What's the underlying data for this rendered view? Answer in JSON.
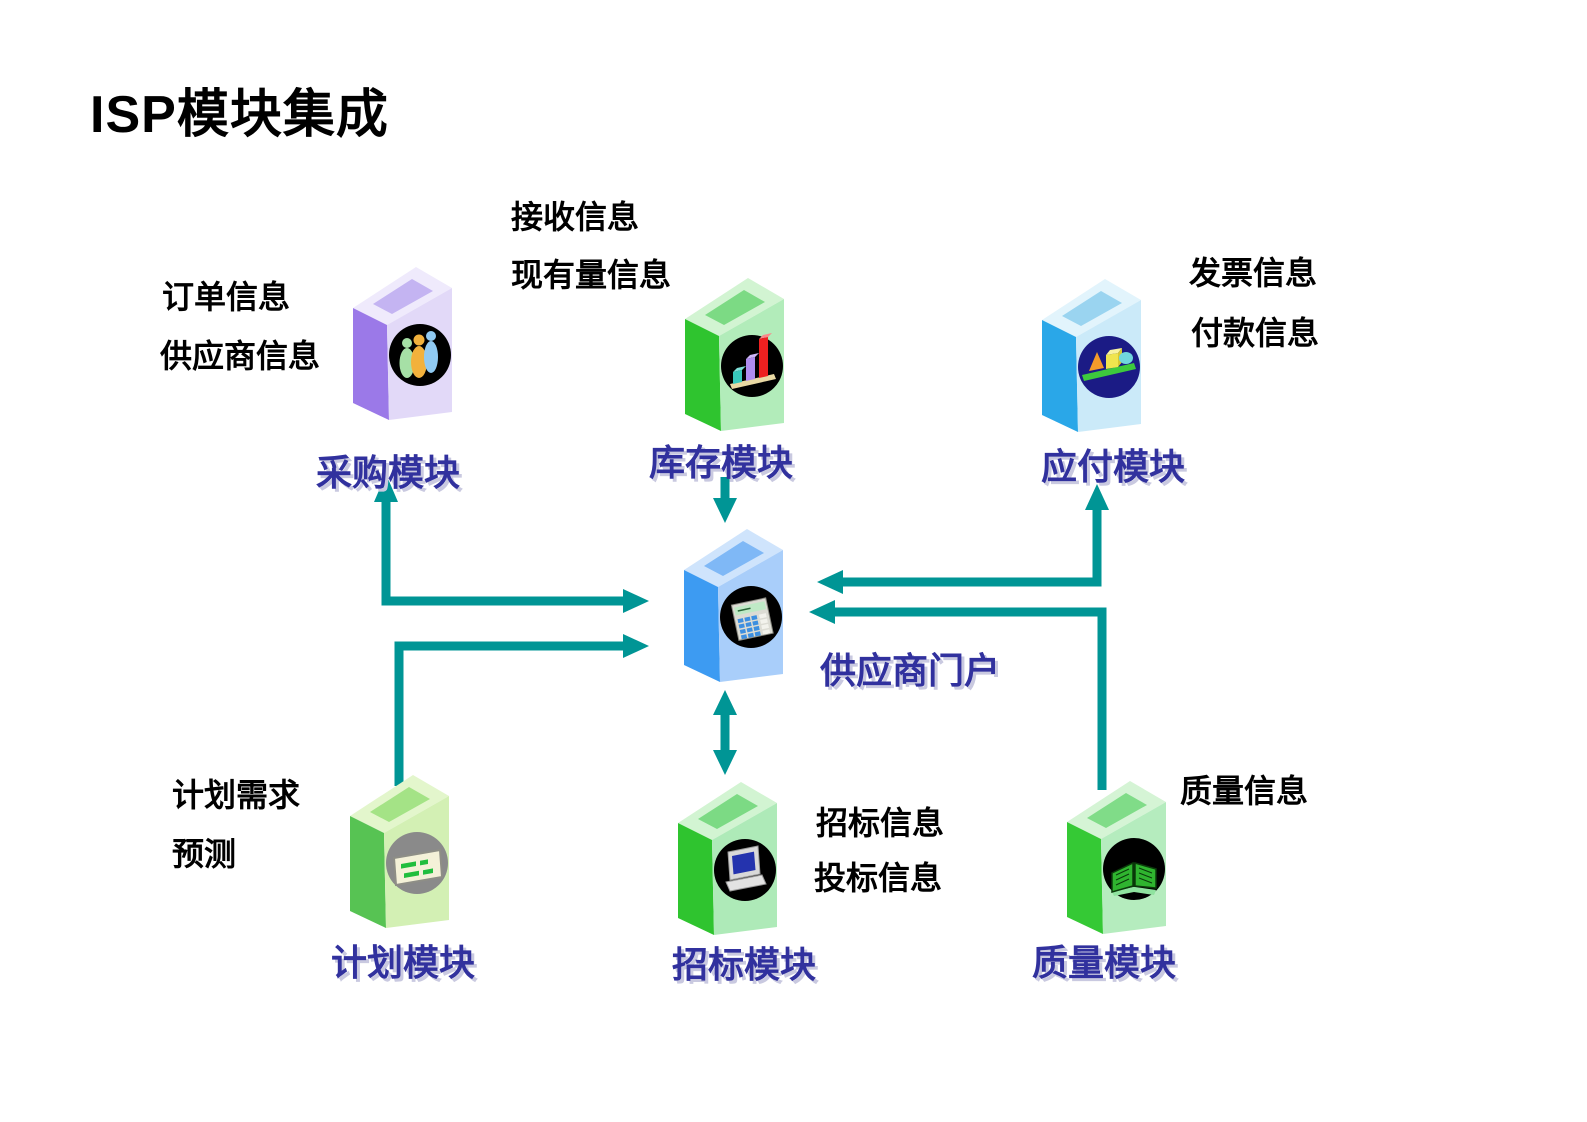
{
  "slide": {
    "title": "ISP模块集成"
  },
  "portal": {
    "label": "供应商门户",
    "icon": "cash-register-icon",
    "colors": {
      "side": "#3D9BF2",
      "front": "#A9CEFA"
    }
  },
  "modules": [
    {
      "id": "purchase",
      "label": "采购模块",
      "icon": "people-icon",
      "inputs": [
        "订单信息",
        "供应商信息"
      ],
      "colors": {
        "side": "#9B79E8",
        "front": "#E2D9F8"
      }
    },
    {
      "id": "inventory",
      "label": "库存模块",
      "icon": "bar-chart-icon",
      "inputs": [
        "接收信息",
        "现有量信息"
      ],
      "colors": {
        "side": "#2FC42F",
        "front": "#B2ECBA"
      }
    },
    {
      "id": "payable",
      "label": "应付模块",
      "icon": "geometric-shapes-icon",
      "inputs": [
        "发票信息",
        "付款信息"
      ],
      "colors": {
        "side": "#2AA7E8",
        "front": "#CBEAF9"
      }
    },
    {
      "id": "planning",
      "label": "计划模块",
      "icon": "schedule-card-icon",
      "inputs": [
        "计划需求",
        "预测"
      ],
      "colors": {
        "side": "#57C353",
        "front": "#D3F0B4"
      }
    },
    {
      "id": "bidding",
      "label": "招标模块",
      "icon": "computer-icon",
      "inputs": [
        "招标信息",
        "投标信息"
      ],
      "colors": {
        "side": "#2FC42F",
        "front": "#AEEAB8"
      }
    },
    {
      "id": "quality",
      "label": "质量模块",
      "icon": "open-book-icon",
      "inputs": [
        "质量信息"
      ],
      "colors": {
        "side": "#35C935",
        "front": "#B5ECBE"
      }
    }
  ],
  "connections": [
    {
      "from": "portal",
      "to": "purchase",
      "shape": "elbow",
      "direction": "both"
    },
    {
      "from": "planning",
      "to": "portal",
      "shape": "elbow",
      "direction": "one-way"
    },
    {
      "from": "inventory",
      "to": "portal",
      "shape": "straight",
      "direction": "one-way"
    },
    {
      "from": "portal",
      "to": "bidding",
      "shape": "straight",
      "direction": "both"
    },
    {
      "from": "portal",
      "to": "payable",
      "shape": "elbow",
      "direction": "both"
    },
    {
      "from": "quality",
      "to": "portal",
      "shape": "elbow",
      "direction": "one-way"
    }
  ],
  "colors": {
    "background": "#FFFFFF",
    "arrow": "#009595",
    "module_label": "#31319E",
    "info_text": "#000000"
  }
}
